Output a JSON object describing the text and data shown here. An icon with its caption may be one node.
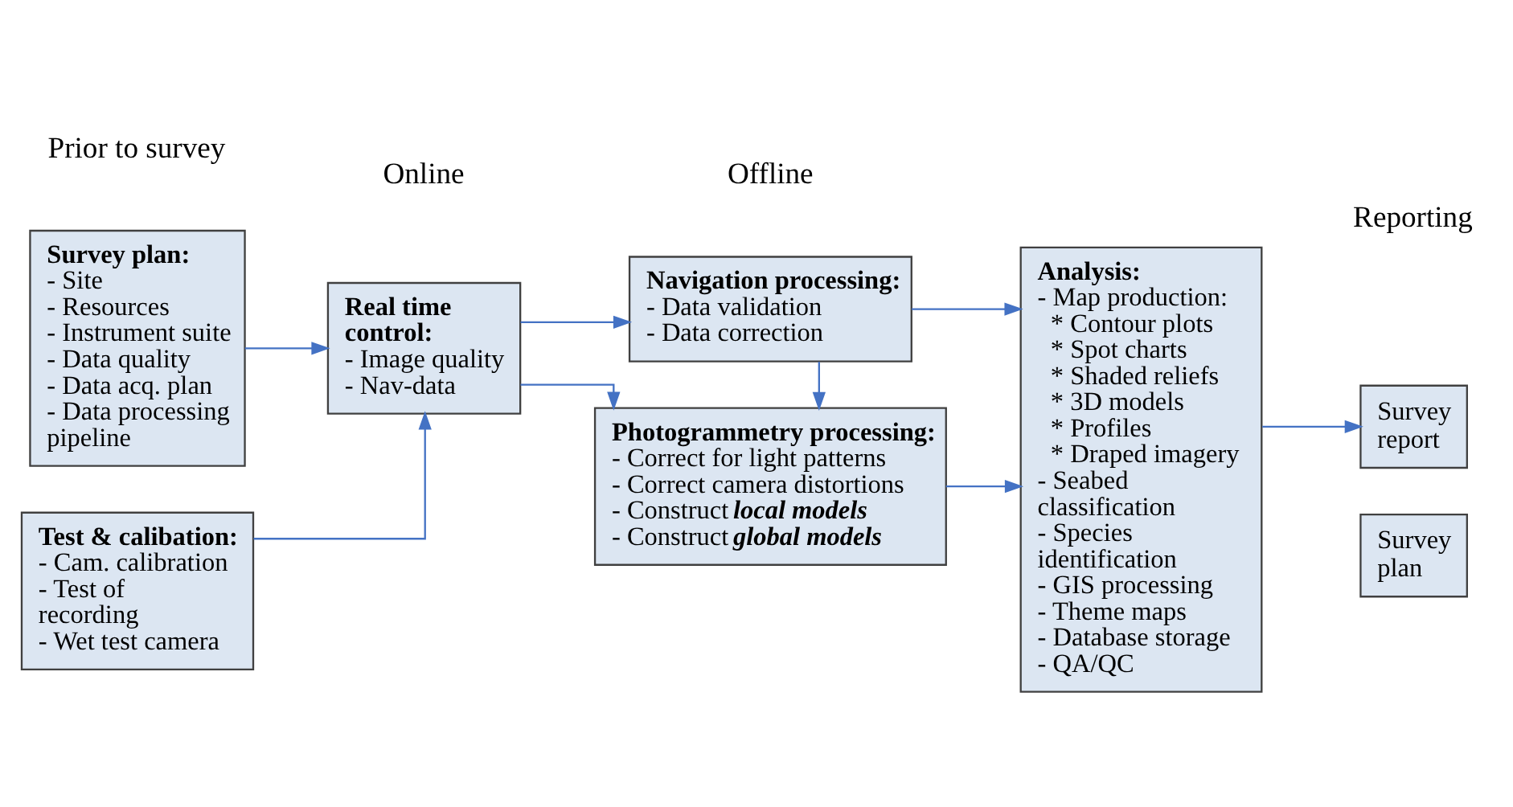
{
  "diagram": {
    "nodes": [
      {
        "text": [
          "Survey plan:",
          "- Site",
          "- Resources",
          "- Instrument suite",
          "- Data quality",
          "- Data acq. plan",
          "- Data processing pipeline"
        ]
      },
      {
        "text": [
          "Test & calibation:",
          "- Cam. calibration",
          "- Test of recording",
          "- Wet test camera"
        ]
      },
      {
        "text": [
          "Real time control:",
          "- Image quality",
          "- Nav-data"
        ]
      },
      {
        "text": [
          "Navigation processing:",
          "- Data validation",
          "- Data correction"
        ]
      },
      {
        "text": [
          "Photogrammetry processing:",
          "- Correct for light patterns",
          "- Correct camera distortions",
          "- Construct **local models**",
          "- Construct **global models**"
        ]
      },
      {
        "text": [
          "Analysis:",
          "- Map production:",
          "* Contour plots",
          "* Spot charts",
          "* Shaded reliefs",
          "* 3D models",
          "* Profiles",
          "* Draped imagery",
          "- Seabed classification",
          "- Species identification",
          "- GIS processing",
          "- Theme maps",
          "- Database storage",
          "- QA/QC"
        ]
      },
      {
        "text": [
          "Survey report"
        ]
      },
      {
        "text": [
          "Survey plan"
        ]
      }
    ],
    "edges": [
      {
        "from": 0,
        "to": 2,
        "arrow": "to"
      },
      {
        "from": 1,
        "to": 2,
        "arrow": "to"
      },
      {
        "from": 2,
        "to": 3,
        "arrow": "to"
      },
      {
        "from": 2,
        "to": 4,
        "arrow": "to"
      },
      {
        "from": 3,
        "to": 4,
        "arrow": "to"
      },
      {
        "from": 3,
        "to": 5,
        "arrow": "to"
      },
      {
        "from": 4,
        "to": 5,
        "arrow": "to"
      },
      {
        "from": 5,
        "to": 6,
        "arrow": "to"
      }
    ],
    "labels": [
      "Prior to survey",
      "Online",
      "Offline",
      "Reporting"
    ]
  }
}
